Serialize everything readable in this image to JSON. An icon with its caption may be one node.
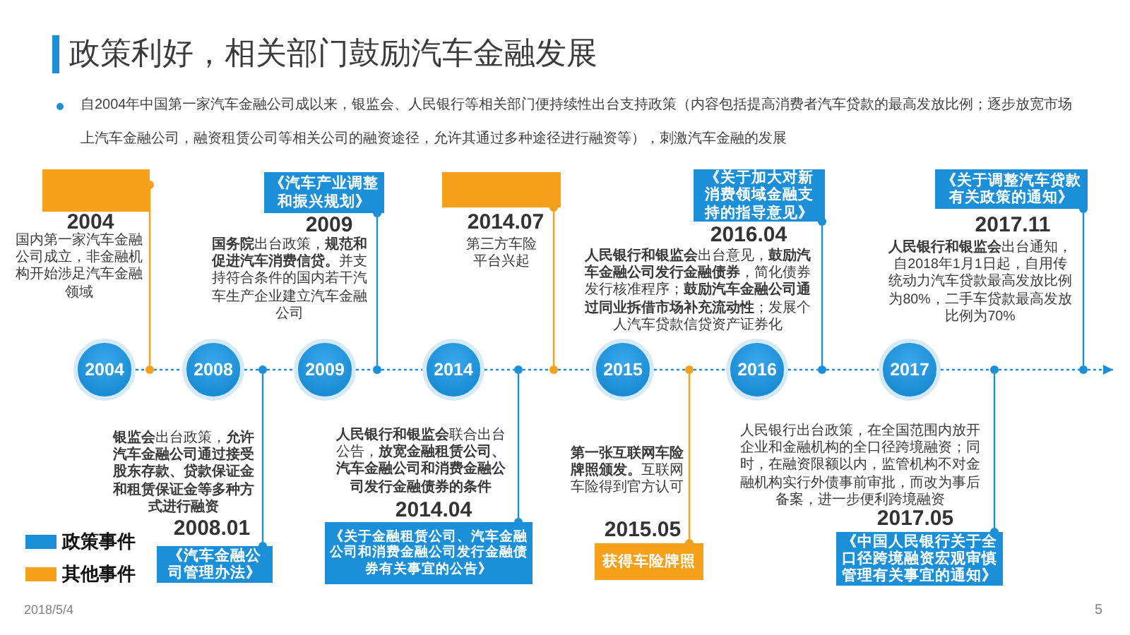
{
  "diagram": {
    "title": "政策利好，相关部门鼓励汽车金融发展",
    "nodes": [
      {
        "text": [],
        "shape": "box",
        "beside": [
          "2004",
          "国内第一家汽车金融公司成立，非金融机构开始涉足汽车金融领域"
        ]
      },
      {
        "text": [
          "《汽车产业调整和振兴规划》"
        ],
        "beside": [
          "2009",
          "**国务院**出台政策，**规范和促进汽车消费信贷。**并支持符合条件的国内若干汽车生产企业建立汽车金融公司"
        ]
      },
      {
        "text": [],
        "shape": "box",
        "beside": [
          "2014.07",
          "第三方车险平台兴起"
        ]
      },
      {
        "text": [
          "《关于加大对新消费领域金融支持的指导意见》"
        ],
        "beside": [
          "2016.04",
          "**人民银行和银监会**出台意见，**鼓励汽车金融公司发行金融债券**，简化债券发行核准程序；**鼓励汽车金融公司通过同业拆借市场补充流动性**；发展个人汽车贷款信贷资产证券化"
        ]
      },
      {
        "text": [
          "《关于调整汽车贷款有关政策的通知》"
        ],
        "beside": [
          "2017.11",
          "**人民银行和银监会**出台通知，自2018年1月1日起，自用传统动力汽车贷款最高发放比例为80%，二手车贷款最高发放比例为70%"
        ]
      },
      {
        "text": [
          "2004"
        ]
      },
      {
        "text": [
          "2008"
        ]
      },
      {
        "text": [
          "2009"
        ]
      },
      {
        "text": [
          "2014"
        ]
      },
      {
        "text": [
          "2015"
        ]
      },
      {
        "text": [
          "2016"
        ]
      },
      {
        "text": [
          "2017"
        ]
      },
      {
        "text": [
          "《汽车金融公司管理办法》"
        ],
        "beside": [
          "2008.01",
          "**银监会**出台政策，**允许汽车金融公司通过接受股东存款、贷款保证金和租赁保证金等多种方式进行融资**"
        ]
      },
      {
        "text": [
          "《关于金融租赁公司、汽车金融公司和消费金融公司发行金融债券有关事宜的公告》"
        ],
        "beside": [
          "2014.04",
          "**人民银行和银监会**联合出台公告，**放宽金融租赁公司、汽车金融公司和消费金融公司发行金融债券的条件**"
        ]
      },
      {
        "text": [
          "获得车险牌照"
        ],
        "beside": [
          "2015.05",
          "**第一张互联网车险牌照颁发。**互联网车险得到官方认可"
        ]
      },
      {
        "text": [
          "《中国人民银行关于全口径跨境融资宏观审慎管理有关事宜的通知》"
        ],
        "beside": [
          "2017.05",
          "人民银行出台政策，在全国范围内放开企业和金融机构的全口径跨境融资；同时，在融资限额以内，监管机构不对金融机构实行外债事前审批，而改为事后备案，进一步便利跨境融资"
        ]
      },
      {
        "text": [],
        "shape": "circle"
      },
      {
        "text": [],
        "shape": "circle"
      },
      {
        "text": [],
        "shape": "circle"
      },
      {
        "text": [],
        "shape": "circle"
      },
      {
        "text": [],
        "shape": "circle"
      },
      {
        "text": [],
        "shape": "circle"
      },
      {
        "text": [],
        "shape": "circle"
      },
      {
        "text": [],
        "shape": "circle"
      },
      {
        "text": [],
        "shape": "circle"
      }
    ],
    "edges": [
      {
        "from": 5,
        "to": 16,
        "arrow": "none",
        "style": "dashed"
      },
      {
        "from": 16,
        "to": 6,
        "arrow": "none",
        "style": "dashed"
      },
      {
        "from": 6,
        "to": 17,
        "arrow": "none",
        "style": "dashed"
      },
      {
        "from": 17,
        "to": 7,
        "arrow": "none",
        "style": "dashed"
      },
      {
        "from": 7,
        "to": 18,
        "arrow": "none",
        "style": "dashed"
      },
      {
        "from": 18,
        "to": 8,
        "arrow": "none",
        "style": "dashed"
      },
      {
        "from": 8,
        "to": 19,
        "arrow": "none",
        "style": "dashed"
      },
      {
        "from": 19,
        "to": 20,
        "arrow": "none",
        "style": "dashed"
      },
      {
        "from": 20,
        "to": 9,
        "arrow": "none",
        "style": "dashed"
      },
      {
        "from": 9,
        "to": 21,
        "arrow": "none",
        "style": "dashed"
      },
      {
        "from": 21,
        "to": 10,
        "arrow": "none",
        "style": "dashed"
      },
      {
        "from": 10,
        "to": 22,
        "arrow": "none",
        "style": "dashed"
      },
      {
        "from": 22,
        "to": 11,
        "arrow": "none",
        "style": "dashed"
      },
      {
        "from": 11,
        "to": 23,
        "arrow": "none",
        "style": "dashed"
      },
      {
        "from": 23,
        "to": 24,
        "arrow": "none",
        "style": "dashed"
      },
      {
        "from": 24,
        "to": null,
        "arrow": "to",
        "style": "dashed"
      },
      {
        "from": 0,
        "to": 16,
        "arrow": "other",
        "color": "#f7a11a"
      },
      {
        "from": 1,
        "to": 18,
        "arrow": "other"
      },
      {
        "from": 2,
        "to": 20,
        "arrow": "other",
        "color": "#f7a11a"
      },
      {
        "from": 3,
        "to": 22,
        "arrow": "other"
      },
      {
        "from": 4,
        "to": 24,
        "arrow": "other"
      },
      {
        "from": 12,
        "to": 17,
        "arrow": "other"
      },
      {
        "from": 13,
        "to": 19,
        "arrow": "other"
      },
      {
        "from": 14,
        "to": 21,
        "arrow": "other",
        "color": "#f7a11a"
      },
      {
        "from": 15,
        "to": 23,
        "arrow": "other"
      }
    ],
    "labels": [
      "自2004年中国第一家汽车金融公司成以来，银监会、人民银行等相关部门便持续性出台支持政策（内容包括提高消费者汽车贷款的最高发放比例；逐步放宽市场上汽车金融公司，融资租赁公司等相关公司的融资途径，允许其通过多种途径进行融资等），刺激汽车金融的发展",
      "2018/5/4",
      "5"
    ],
    "legend": [
      {
        "text": "政策事件",
        "color": "#1b8fd8"
      },
      {
        "text": "其他事件",
        "color": "#f7a11a"
      }
    ]
  }
}
